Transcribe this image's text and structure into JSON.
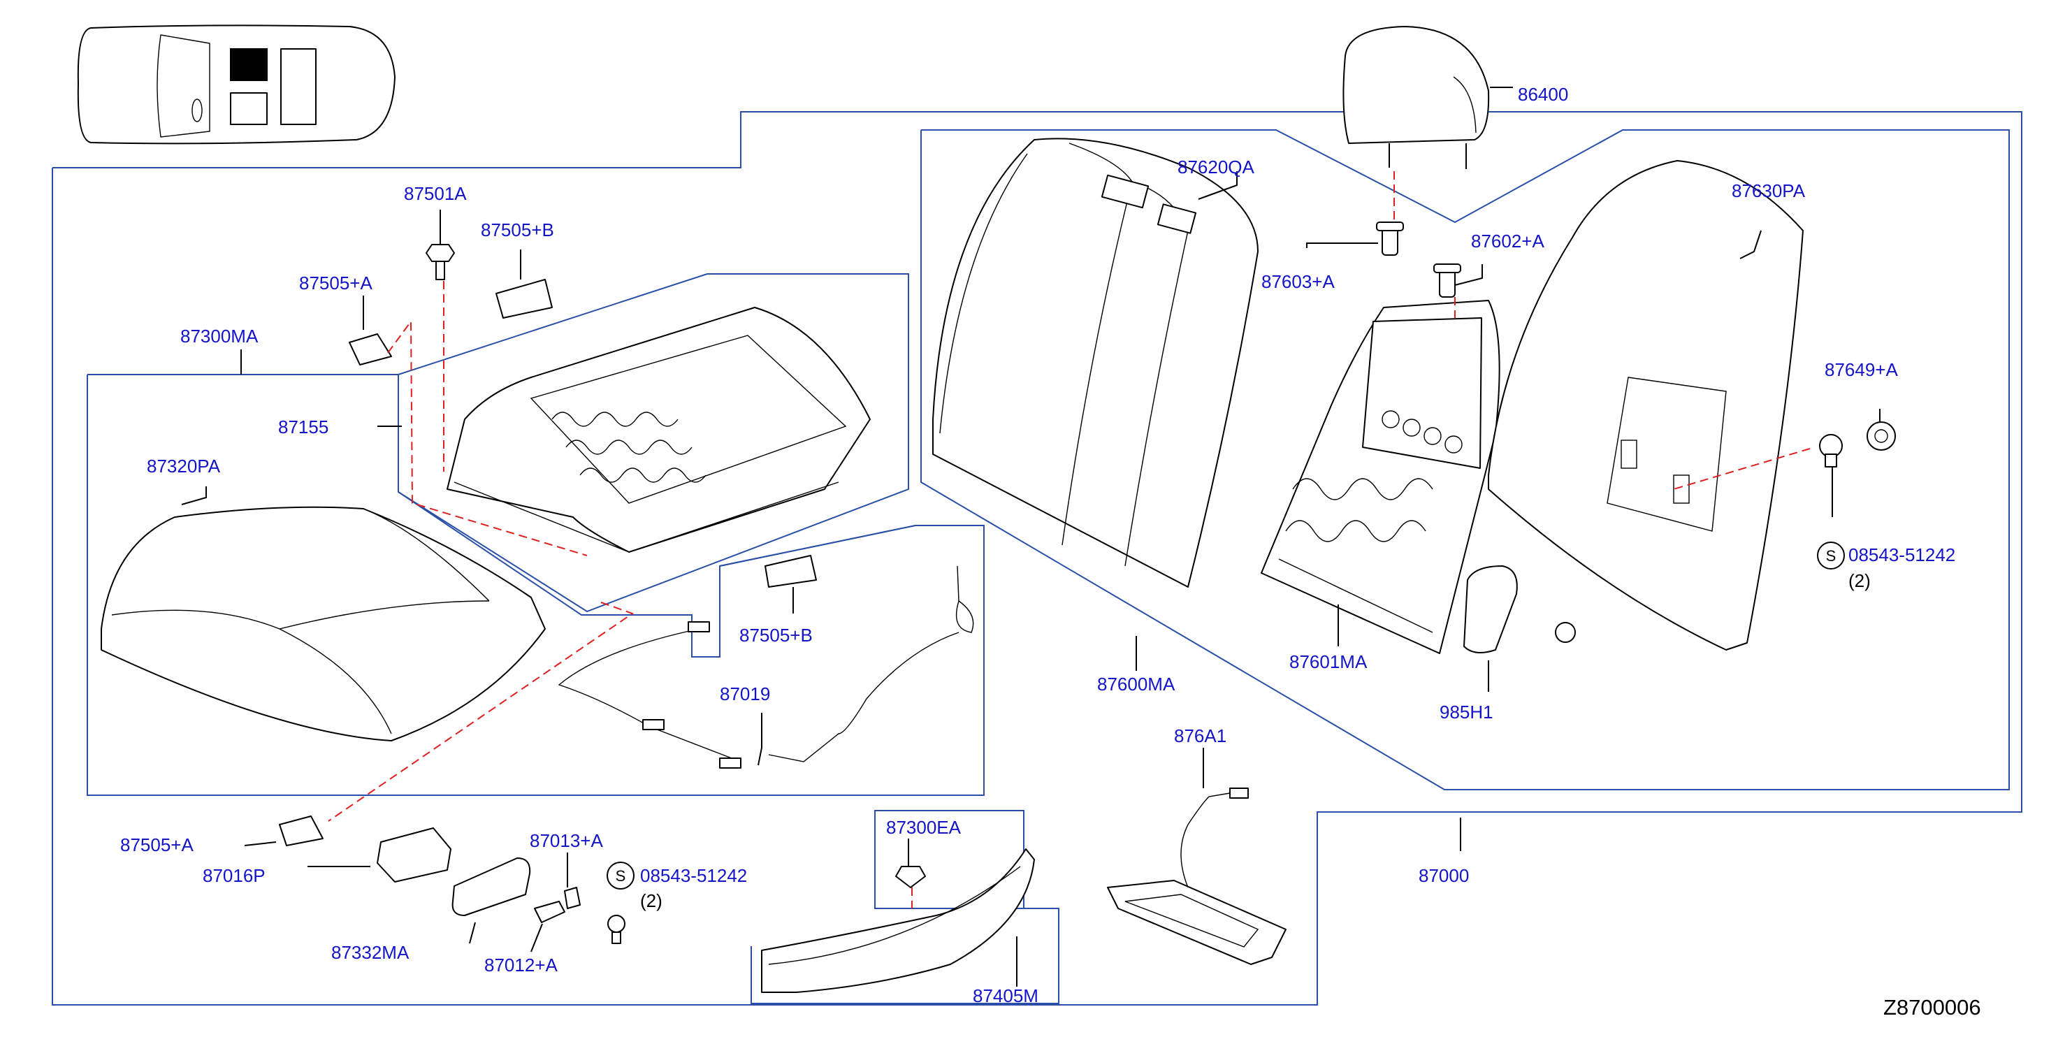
{
  "diagram_code": "Z8700006",
  "quantity_note": "(2)",
  "standard_symbol": "S",
  "parts": {
    "headrest": "86400",
    "seat_back_trim": "87620QA",
    "stay_guide_lock": "87603+A",
    "stay_guide_free": "87602+A",
    "seat_back_board": "87630PA",
    "back_board_clip": "87649+A",
    "back_screw": "08543-51242",
    "bolt": "87501A",
    "cover_b_top": "87505+B",
    "cover_a_top": "87505+A",
    "cushion_assembly": "87300MA",
    "cushion_frame": "87155",
    "cushion_trim": "87320PA",
    "cover_b_mid": "87505+B",
    "harness": "87019",
    "back_assembly": "87600MA",
    "back_frame": "87601MA",
    "side_airbag": "985H1",
    "sensor": "876A1",
    "seat_assembly": "87000",
    "cover_a_bottom": "87505+A",
    "switch": "87016P",
    "knob_a": "87013+A",
    "switch_screw": "08543-51242",
    "switch_finisher": "87332MA",
    "knob_b": "87012+A",
    "clip_ea": "87300EA",
    "side_finisher": "87405M"
  }
}
